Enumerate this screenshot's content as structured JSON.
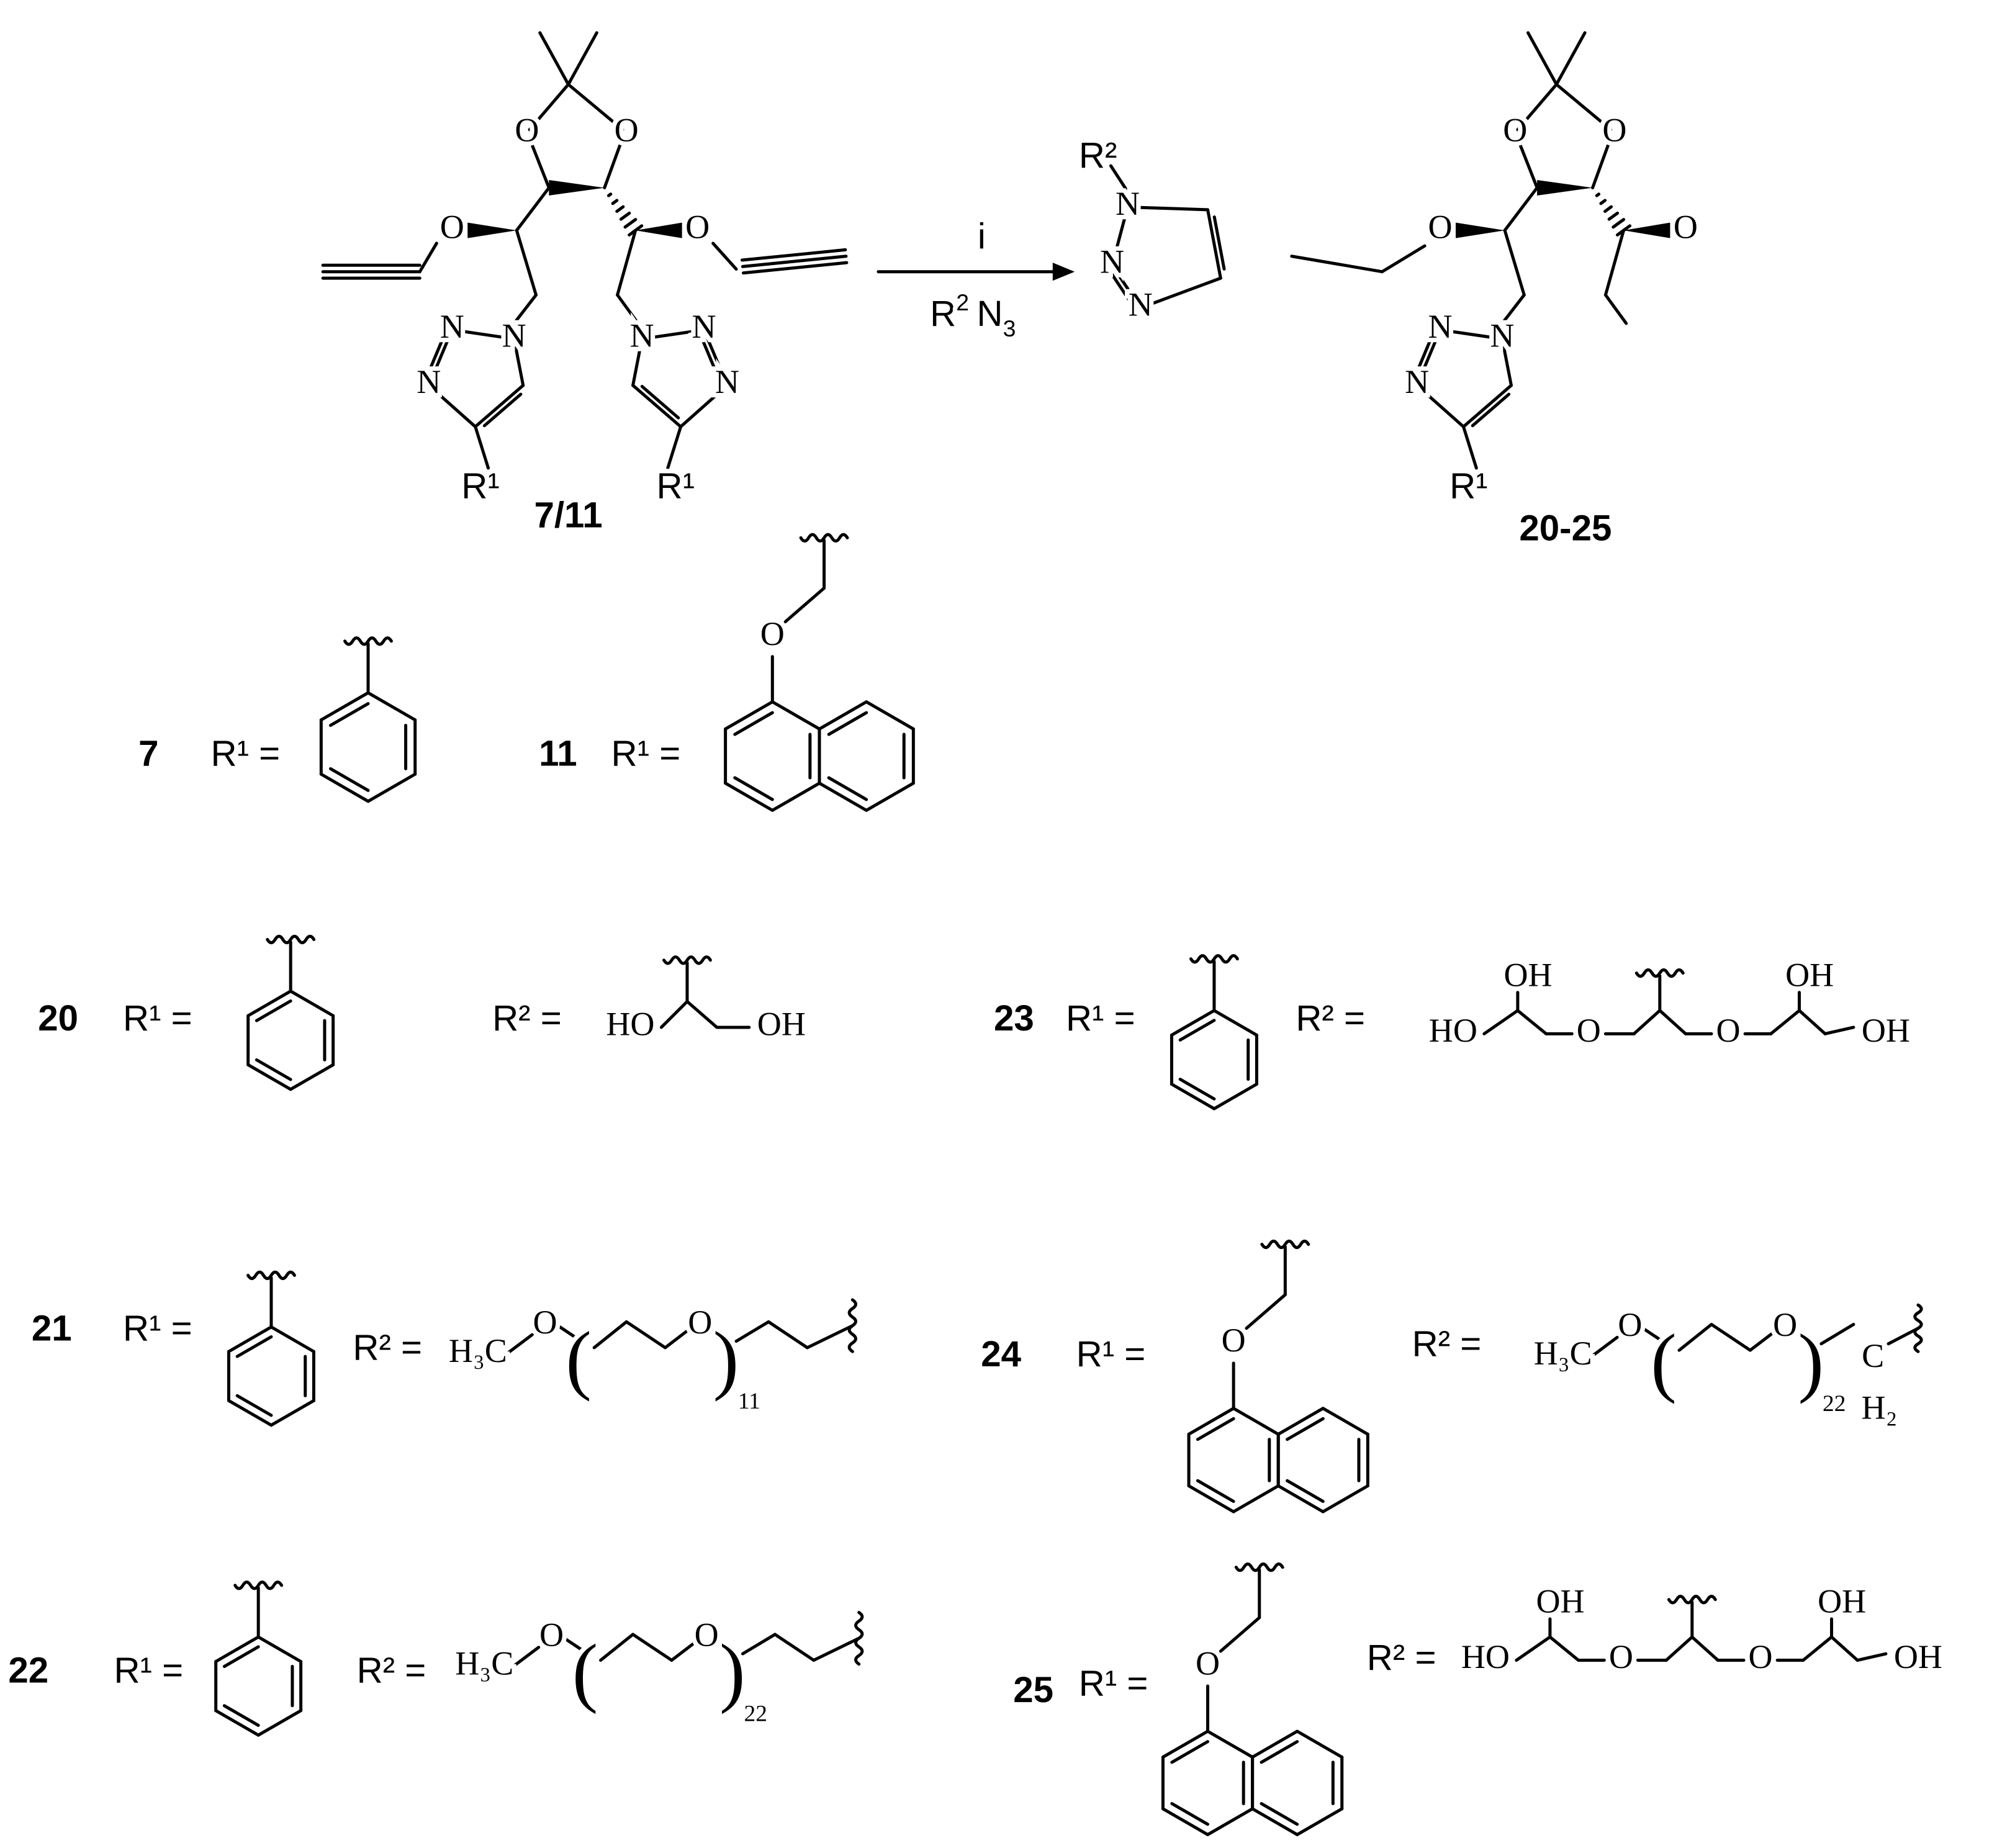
{
  "reagent_label": "7/11",
  "product_label": "20-25",
  "arrow": {
    "above": "i",
    "below_r": "R",
    "below_sup": "2",
    "below_n": "N",
    "below_sub": "3"
  },
  "r1": "R¹",
  "r2": "R²",
  "r1_eq": "R¹ =",
  "r2_eq": "R² =",
  "atoms": {
    "O": "O",
    "N": "N",
    "HO": "HO",
    "OH": "OH",
    "H3C": "H₃C",
    "C": "C",
    "H2": "H₂",
    "open_paren": "(",
    "close_paren": ")"
  },
  "repeat_counts": {
    "n21": "11",
    "n22": "22",
    "n24": "22"
  },
  "compounds": [
    {
      "id": "7"
    },
    {
      "id": "11"
    },
    {
      "id": "20"
    },
    {
      "id": "23"
    },
    {
      "id": "21"
    },
    {
      "id": "24"
    },
    {
      "id": "22"
    },
    {
      "id": "25"
    }
  ]
}
